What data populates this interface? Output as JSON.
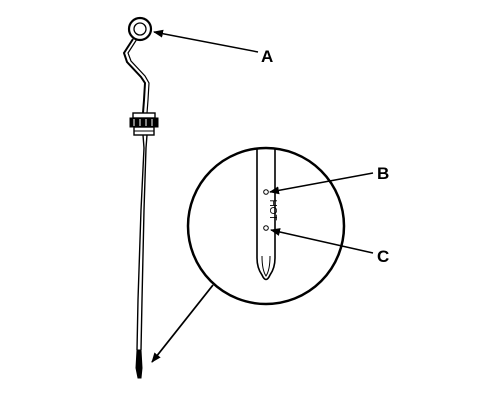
{
  "diagram": {
    "callouts": {
      "a": "A",
      "b": "B",
      "c": "C"
    },
    "dipstick_scale_text": "HOT",
    "colors": {
      "line": "#000000",
      "background": "#ffffff"
    }
  }
}
